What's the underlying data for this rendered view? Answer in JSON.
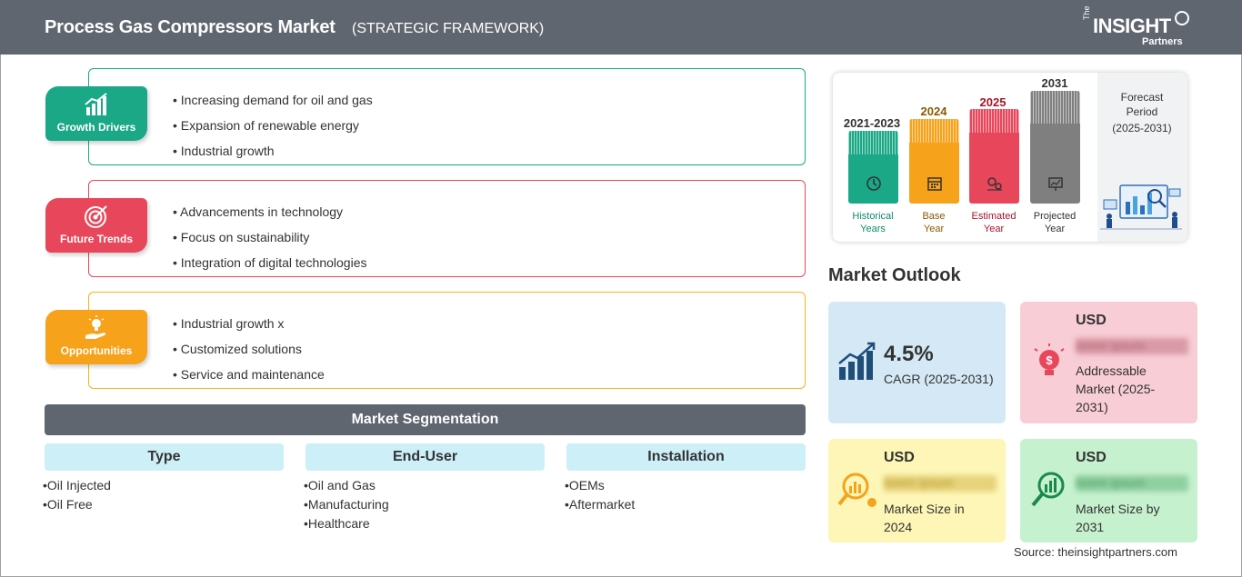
{
  "header": {
    "title": "Process Gas Compressors Market",
    "subtitle": "(STRATEGIC FRAMEWORK)",
    "logo": {
      "the": "The",
      "insight": "INSIGHT",
      "partners": "Partners"
    }
  },
  "categories": [
    {
      "label": "Growth Drivers",
      "color": "#1aa886",
      "icon": "growth-chart-icon",
      "items": [
        "Increasing demand for oil and gas",
        "Expansion of renewable energy",
        "Industrial growth"
      ]
    },
    {
      "label": "Future Trends",
      "color": "#e8475b",
      "icon": "target-icon",
      "items": [
        "Advancements in technology",
        "Focus on sustainability",
        "Integration of digital technologies"
      ]
    },
    {
      "label": "Opportunities",
      "color": "#f6a21a",
      "icon": "lightbulb-hand-icon",
      "items": [
        "Industrial growth x",
        "Customized solutions",
        "Service and maintenance"
      ]
    }
  ],
  "segmentation": {
    "title": "Market Segmentation",
    "columns": [
      {
        "heading": "Type",
        "items": [
          "Oil Injected",
          "Oil Free"
        ]
      },
      {
        "heading": "End-User",
        "items": [
          "Oil and Gas",
          "Manufacturing",
          "Healthcare"
        ]
      },
      {
        "heading": "Installation",
        "items": [
          "OEMs",
          "Aftermarket"
        ]
      }
    ]
  },
  "timeline": {
    "periods": [
      {
        "year": "2021-2023",
        "label_line1": "Historical",
        "label_line2": "Years",
        "color": "#1aa886",
        "text_color": "#0f8a6c",
        "icon": "history-icon"
      },
      {
        "year": "2024",
        "label_line1": "Base",
        "label_line2": "Year",
        "color": "#f6a21a",
        "text_color": "#8a5a00",
        "icon": "calendar-icon"
      },
      {
        "year": "2025",
        "label_line1": "Estimated",
        "label_line2": "Year",
        "color": "#e8475b",
        "text_color": "#a5152b",
        "icon": "gears-icon"
      },
      {
        "year": "2031",
        "label_line1": "Projected",
        "label_line2": "Year",
        "color": "#7f7f7f",
        "text_color": "#333333",
        "icon": "presentation-icon"
      }
    ],
    "forecast": {
      "line1": "Forecast",
      "line2": "Period",
      "line3": "(2025-2031)"
    }
  },
  "outlook": {
    "title": "Market Outlook",
    "cagr": {
      "value": "4.5%",
      "caption": "CAGR (2025-2031)",
      "bg": "#d4e9f5"
    },
    "addressable": {
      "currency": "USD",
      "value": "lorem ipsum",
      "caption_line1": "Addressable",
      "caption_line2": "Market (2025-",
      "caption_line3": "2031)",
      "bg": "#f8cdd5"
    },
    "size_2024": {
      "currency": "USD",
      "value": "lorem ipsum",
      "caption_line1": "Market Size in",
      "caption_line2": "2024",
      "bg": "#fdf6b7"
    },
    "size_2031": {
      "currency": "USD",
      "value": "lorem ipsum",
      "caption_line1": "Market Size by",
      "caption_line2": "2031",
      "bg": "#c6f1cf"
    }
  },
  "source": "Source: theinsightpartners.com"
}
